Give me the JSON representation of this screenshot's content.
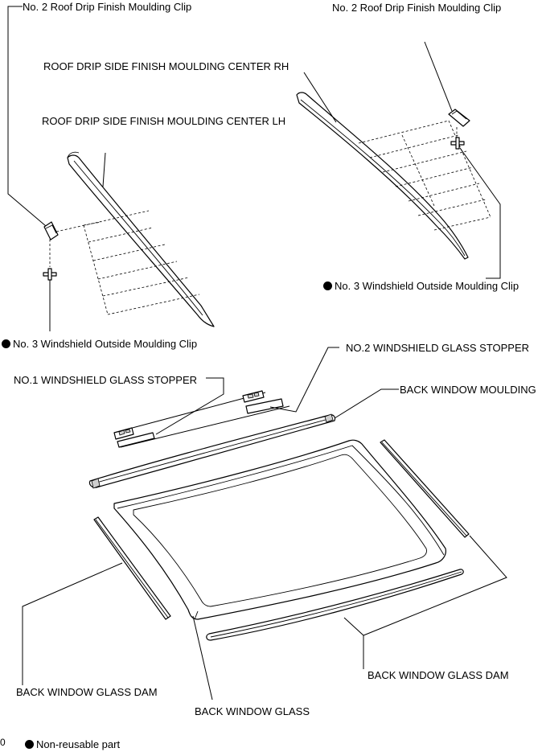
{
  "labels": {
    "clip_no2_left": "No. 2 Roof Drip Finish Moulding Clip",
    "clip_no2_right": "No. 2 Roof Drip Finish Moulding Clip",
    "roof_rh": "ROOF DRIP SIDE FINISH MOULDING CENTER RH",
    "roof_lh": "ROOF DRIP SIDE FINISH MOULDING CENTER LH",
    "clip_no3_right": "No. 3 Windshield Outside Moulding Clip",
    "clip_no3_left": "No. 3 Windshield Outside Moulding Clip",
    "stopper_no2": "NO.2 WINDSHIELD GLASS STOPPER",
    "stopper_no1": "NO.1 WINDSHIELD GLASS STOPPER",
    "back_window_moulding": "BACK WINDOW MOULDING",
    "dam_right": "BACK WINDOW GLASS DAM",
    "dam_left": "BACK WINDOW GLASS DAM",
    "back_window_glass": "BACK WINDOW GLASS"
  },
  "legend": {
    "figure_code": "0",
    "non_reusable": "Non-reusable part",
    "non_reusable_symbol": "filled-circle-icon"
  },
  "non_reusable_parts": [
    "clip_no3_right",
    "clip_no3_left"
  ]
}
